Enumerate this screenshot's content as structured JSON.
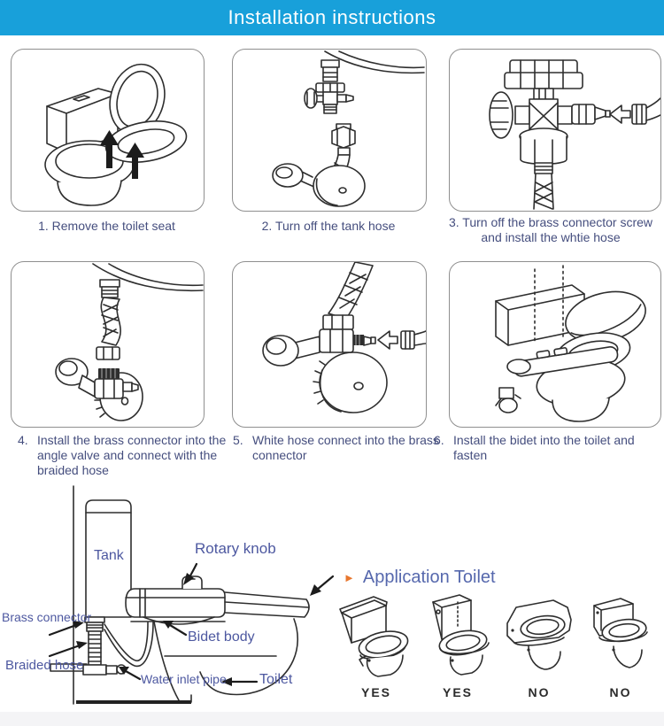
{
  "header": {
    "title": "Installation instructions"
  },
  "steps": [
    {
      "num": "1.",
      "caption": "Remove the toilet seat"
    },
    {
      "num": "2.",
      "caption": "Turn off the tank hose"
    },
    {
      "num": "3.",
      "caption": "Turn off the brass connector screw and install the whtie hose"
    },
    {
      "num": "4.",
      "caption": "Install the brass connector into the angle valve and connect with the braided hose"
    },
    {
      "num": "5.",
      "caption": "White hose connect into the brass connector"
    },
    {
      "num": "6.",
      "caption": "Install the bidet into the toilet and fasten"
    }
  ],
  "diagram": {
    "labels": {
      "tank": "Tank",
      "rotary_knob": "Rotary knob",
      "brass_connector": "Brass connector",
      "bidet_body": "Bidet body",
      "braided_hose": "Braided hose",
      "water_inlet_pipe": "Water inlet pipe",
      "toilet": "Toilet"
    }
  },
  "application": {
    "bullet_glyph": "►",
    "title": "Application Toilet",
    "items": [
      {
        "label": "YES"
      },
      {
        "label": "YES"
      },
      {
        "label": "NO"
      },
      {
        "label": "NO"
      }
    ]
  },
  "colors": {
    "header_bg": "#18a0da",
    "header_text": "#ffffff",
    "caption_text": "#454e7e",
    "label_text": "#4d58a0",
    "app_title": "#5668ad",
    "bullet": "#e8772e",
    "line_art": "#2e2e2e"
  }
}
